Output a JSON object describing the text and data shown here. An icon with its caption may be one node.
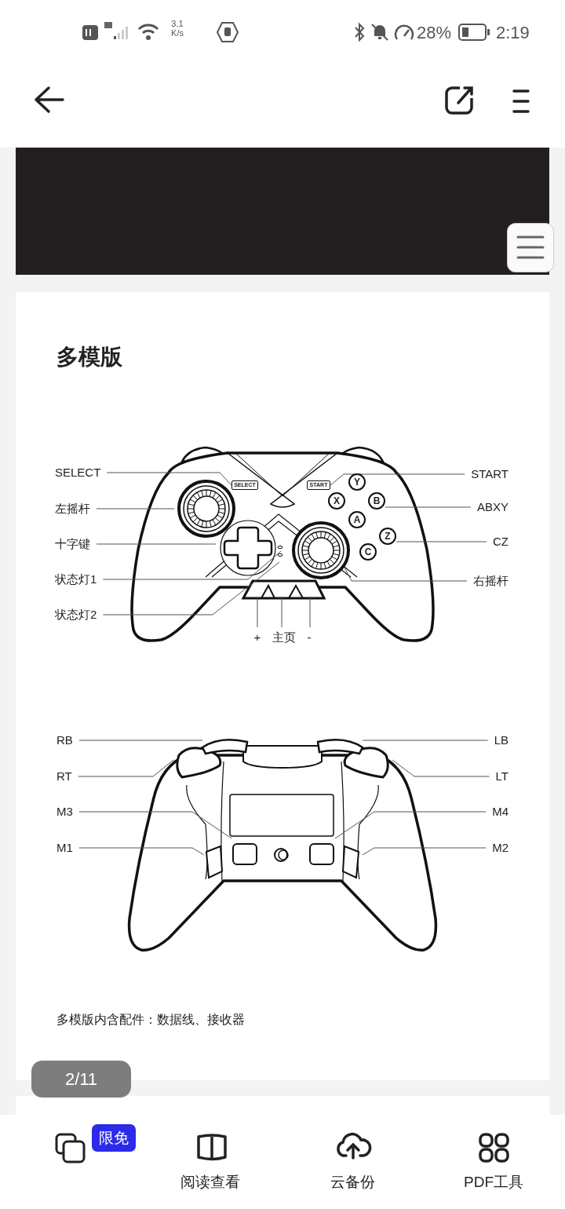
{
  "diagram": {
    "title": "多模版",
    "nodes": [
      {
        "text": [
          "SELECT"
        ]
      },
      {
        "text": [
          "START"
        ]
      },
      {
        "text": [
          "左摇杆"
        ]
      },
      {
        "text": [
          "ABXY"
        ]
      },
      {
        "text": [
          "十字键"
        ]
      },
      {
        "text": [
          "CZ"
        ]
      },
      {
        "text": [
          "状态灯1"
        ]
      },
      {
        "text": [
          "右摇杆"
        ]
      },
      {
        "text": [
          "状态灯2"
        ]
      },
      {
        "text": [
          "+"
        ]
      },
      {
        "text": [
          "主页"
        ]
      },
      {
        "text": [
          "-"
        ]
      },
      {
        "text": [
          "RB"
        ]
      },
      {
        "text": [
          "LB"
        ]
      },
      {
        "text": [
          "RT"
        ]
      },
      {
        "text": [
          "LT"
        ]
      },
      {
        "text": [
          "M3"
        ]
      },
      {
        "text": [
          "M4"
        ]
      },
      {
        "text": [
          "M1"
        ]
      },
      {
        "text": [
          "M2"
        ]
      },
      {
        "text": [
          "SELECT"
        ]
      },
      {
        "text": [
          "START"
        ]
      },
      {
        "text": [
          "Y"
        ]
      },
      {
        "text": [
          "X"
        ]
      },
      {
        "text": [
          "B"
        ]
      },
      {
        "text": [
          "A"
        ]
      },
      {
        "text": [
          "Z"
        ]
      },
      {
        "text": [
          "C"
        ]
      },
      {
        "text": [],
        "shape": "bumper"
      },
      {
        "text": [],
        "shape": "bumper"
      }
    ],
    "edges": [
      {
        "from": 0,
        "to": 20,
        "arrow": "none"
      },
      {
        "from": 1,
        "to": 21,
        "arrow": "none"
      },
      {
        "from": 2,
        "to": null,
        "arrow": "none"
      },
      {
        "from": 3,
        "to": 24,
        "arrow": "none"
      },
      {
        "from": 4,
        "to": null,
        "arrow": "none"
      },
      {
        "from": 5,
        "to": 26,
        "arrow": "none"
      },
      {
        "from": 6,
        "to": null,
        "arrow": "none"
      },
      {
        "from": 7,
        "to": null,
        "arrow": "none"
      },
      {
        "from": 8,
        "to": null,
        "arrow": "none"
      },
      {
        "from": 9,
        "to": null,
        "arrow": "none"
      },
      {
        "from": 10,
        "to": null,
        "arrow": "none"
      },
      {
        "from": 11,
        "to": null,
        "arrow": "none"
      },
      {
        "from": 12,
        "to": 28,
        "arrow": "none"
      },
      {
        "from": 13,
        "to": 29,
        "arrow": "none"
      },
      {
        "from": 14,
        "to": null,
        "arrow": "none"
      },
      {
        "from": 15,
        "to": null,
        "arrow": "none"
      },
      {
        "from": 16,
        "to": null,
        "arrow": "none"
      },
      {
        "from": 17,
        "to": null,
        "arrow": "none"
      },
      {
        "from": 18,
        "to": null,
        "arrow": "none"
      },
      {
        "from": 19,
        "to": null,
        "arrow": "none"
      }
    ],
    "labels": [
      "3.1 K/s",
      "28%",
      "2:19",
      "多模版内含配件：数据线、接收器",
      "2/11",
      "限免",
      "阅读查看",
      "云备份",
      "PDF工具"
    ]
  }
}
